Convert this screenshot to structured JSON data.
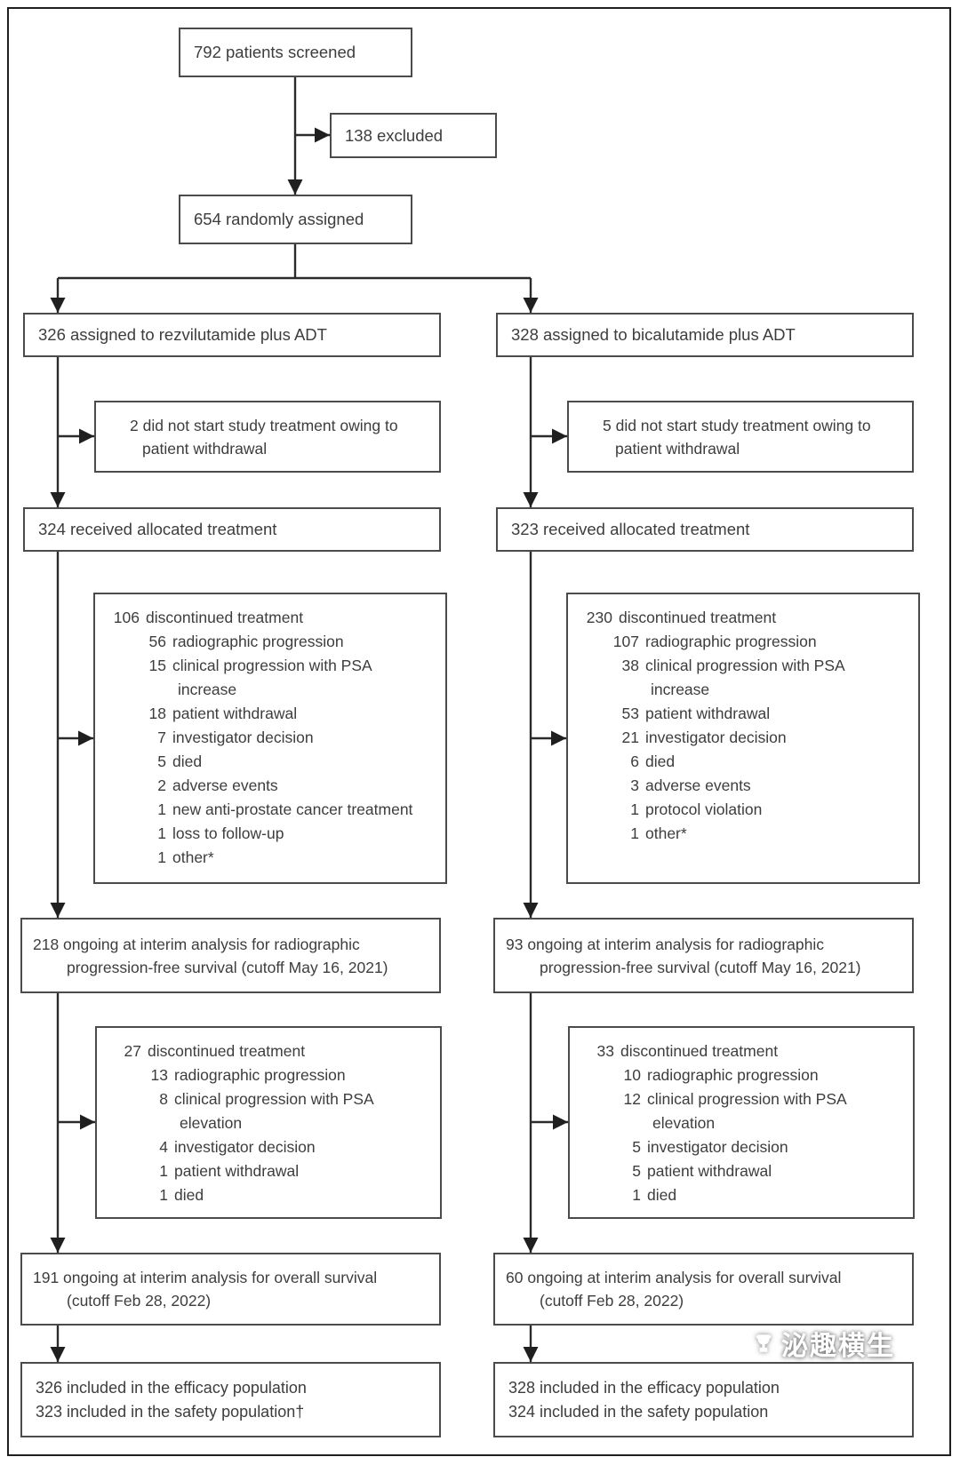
{
  "top": {
    "screened": "792 patients screened",
    "excluded": "138 excluded",
    "randomized": "654 randomly assigned"
  },
  "left": {
    "assigned": "326 assigned to rezvilutamide plus ADT",
    "not_started": {
      "l1": "2 did not start study treatment owing to",
      "l2": "patient withdrawal"
    },
    "received": "324 received allocated treatment",
    "disc1": {
      "head_n": "106",
      "head_label": "discontinued treatment",
      "items": [
        {
          "n": "56",
          "label": "radiographic progression"
        },
        {
          "n": "15",
          "label": "clinical progression with PSA",
          "cont": "increase"
        },
        {
          "n": "18",
          "label": "patient withdrawal"
        },
        {
          "n": "7",
          "label": "investigator decision"
        },
        {
          "n": "5",
          "label": "died"
        },
        {
          "n": "2",
          "label": "adverse events"
        },
        {
          "n": "1",
          "label": "new anti-prostate cancer treatment"
        },
        {
          "n": "1",
          "label": "loss to follow-up"
        },
        {
          "n": "1",
          "label": "other*"
        }
      ]
    },
    "ongoing_rpfs": {
      "l1": "218 ongoing at interim analysis for radiographic",
      "l2": "progression-free survival (cutoff May 16, 2021)"
    },
    "disc2": {
      "head_n": "27",
      "head_label": "discontinued treatment",
      "items": [
        {
          "n": "13",
          "label": "radiographic progression"
        },
        {
          "n": "8",
          "label": "clinical progression with PSA",
          "cont": "elevation"
        },
        {
          "n": "4",
          "label": "investigator decision"
        },
        {
          "n": "1",
          "label": "patient withdrawal"
        },
        {
          "n": "1",
          "label": "died"
        }
      ]
    },
    "ongoing_os": {
      "l1": "191 ongoing at interim analysis for overall survival",
      "l2": "(cutoff Feb 28, 2022)"
    },
    "population": {
      "l1": "326 included in the efficacy population",
      "l2": "323 included in the safety population†"
    }
  },
  "right": {
    "assigned": "328 assigned to bicalutamide plus ADT",
    "not_started": {
      "l1": "5 did not start study treatment owing to",
      "l2": "patient withdrawal"
    },
    "received": "323 received allocated treatment",
    "disc1": {
      "head_n": "230",
      "head_label": "discontinued treatment",
      "items": [
        {
          "n": "107",
          "label": "radiographic progression"
        },
        {
          "n": "38",
          "label": "clinical progression with PSA",
          "cont": "increase"
        },
        {
          "n": "53",
          "label": "patient withdrawal"
        },
        {
          "n": "21",
          "label": "investigator decision"
        },
        {
          "n": "6",
          "label": "died"
        },
        {
          "n": "3",
          "label": "adverse events"
        },
        {
          "n": "1",
          "label": "protocol violation"
        },
        {
          "n": "1",
          "label": "other*"
        }
      ]
    },
    "ongoing_rpfs": {
      "l1": "93 ongoing at interim analysis for radiographic",
      "l2": "progression-free survival (cutoff May 16, 2021)"
    },
    "disc2": {
      "head_n": "33",
      "head_label": "discontinued treatment",
      "items": [
        {
          "n": "10",
          "label": "radiographic progression"
        },
        {
          "n": "12",
          "label": "clinical progression with PSA",
          "cont": "elevation"
        },
        {
          "n": "5",
          "label": "investigator decision"
        },
        {
          "n": "5",
          "label": "patient withdrawal"
        },
        {
          "n": "1",
          "label": "died"
        }
      ]
    },
    "ongoing_os": {
      "l1": "60 ongoing at interim analysis for overall survival",
      "l2": "(cutoff Feb 28, 2022)"
    },
    "population": {
      "l1": "328 included in the efficacy population",
      "l2": "324 included in the safety population"
    }
  },
  "watermark": {
    "text": "泌趣横生"
  },
  "colors": {
    "line": "#2b2b2b",
    "border": "#4b4b4b",
    "text": "#3d3d3d"
  }
}
